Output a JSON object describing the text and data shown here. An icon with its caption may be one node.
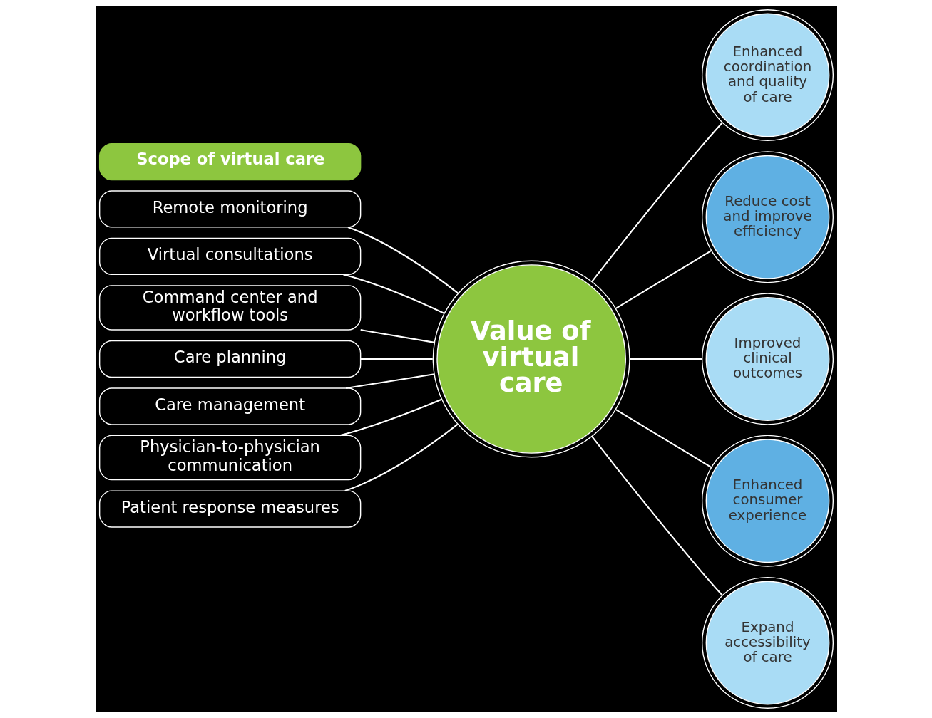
{
  "diagram": {
    "nodes": [
      {
        "text": [
          "Scope of virtual care"
        ]
      },
      {
        "text": [
          "Remote monitoring"
        ]
      },
      {
        "text": [
          "Virtual consultations"
        ]
      },
      {
        "text": [
          "Command center and workflow tools"
        ]
      },
      {
        "text": [
          "Care planning"
        ]
      },
      {
        "text": [
          "Care management"
        ]
      },
      {
        "text": [
          "Physician-to-physician communication"
        ]
      },
      {
        "text": [
          "Patient response measures"
        ]
      },
      {
        "text": [
          "Value of virtual care"
        ]
      },
      {
        "text": [
          "Enhanced coordination and quality of care"
        ]
      },
      {
        "text": [
          "Reduce cost and improve efficiency"
        ]
      },
      {
        "text": [
          "Improved clinical outcomes"
        ]
      },
      {
        "text": [
          "Enhanced consumer experience"
        ]
      },
      {
        "text": [
          "Expand accessibility of care"
        ]
      }
    ],
    "edges": [
      {
        "from": 1,
        "to": 8,
        "arrow": "none"
      },
      {
        "from": 2,
        "to": 8,
        "arrow": "none"
      },
      {
        "from": 3,
        "to": 8,
        "arrow": "none"
      },
      {
        "from": 4,
        "to": 8,
        "arrow": "none"
      },
      {
        "from": 5,
        "to": 8,
        "arrow": "none"
      },
      {
        "from": 6,
        "to": 8,
        "arrow": "none"
      },
      {
        "from": 7,
        "to": 8,
        "arrow": "none"
      },
      {
        "from": 8,
        "to": 9,
        "arrow": "none"
      },
      {
        "from": 8,
        "to": 10,
        "arrow": "none"
      },
      {
        "from": 8,
        "to": 11,
        "arrow": "none"
      },
      {
        "from": 8,
        "to": 12,
        "arrow": "none"
      },
      {
        "from": 8,
        "to": 13,
        "arrow": "none"
      }
    ]
  }
}
